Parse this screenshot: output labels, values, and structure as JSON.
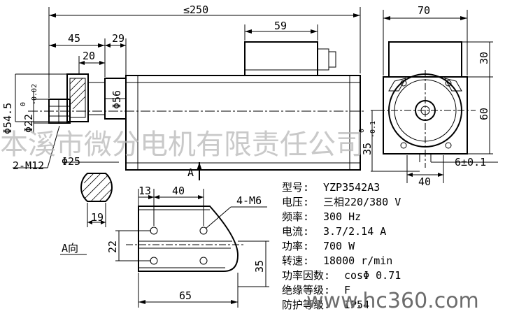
{
  "dimensions": {
    "total_length": "≤250",
    "front_45": "45",
    "front_29": "29",
    "front_20": "20",
    "box_59": "59",
    "width_70": "70",
    "right_30": "30",
    "right_60": "60",
    "dia_54_5": "Φ54.5",
    "dia_22": "Φ22",
    "dia_22_sub": "-0.02",
    "dia_22_sup": "0",
    "dia_56": "Φ56",
    "dia_25": "Φ25",
    "thread_2m12": "2-M12",
    "h_35": "35",
    "h_35_sub": "-0.1",
    "h_35_sup": "0",
    "tol_6": "6±0.1",
    "bottom_40": "40",
    "shaft_19": "19",
    "view_a": "A",
    "a_13": "13",
    "a_40": "40",
    "a_4m6": "4-M6",
    "a_22": "22",
    "a_35": "35",
    "a_65": "65",
    "a_view_label": "A向"
  },
  "specs": [
    {
      "label": "型号:",
      "value": "YZP3542A3"
    },
    {
      "label": "电压:",
      "value": "三相220/380 V"
    },
    {
      "label": "频率:",
      "value": "300 Hz"
    },
    {
      "label": "电流:",
      "value": "3.7/2.14 A"
    },
    {
      "label": "功率:",
      "value": "700 W"
    },
    {
      "label": "转速:",
      "value": "18000 r/min"
    },
    {
      "label": "功率因数:",
      "value": "cosΦ 0.71"
    },
    {
      "label": "绝缘等级:",
      "value": "F"
    },
    {
      "label": "防护等级:",
      "value": "IP54"
    }
  ],
  "watermark": {
    "company": "本溪市微分电机有限责任公司",
    "site": "www.hc360.com"
  }
}
